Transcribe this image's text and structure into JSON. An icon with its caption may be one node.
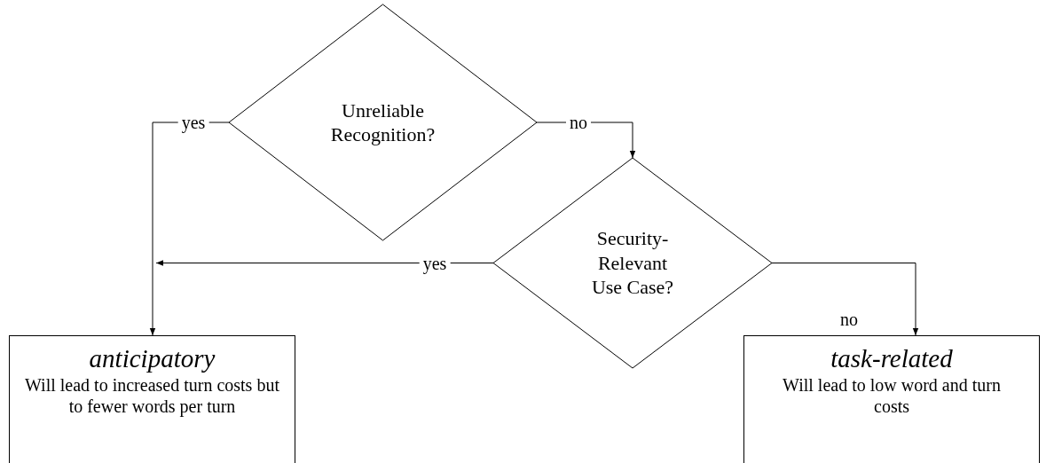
{
  "diagram": {
    "nodes": [
      {
        "text": [
          "Unreliable Recognition?"
        ]
      },
      {
        "text": [
          "Security-Relevant Use Case?"
        ]
      },
      {
        "text": [
          "anticipatory",
          "Will lead to increased turn costs but to fewer words per turn"
        ]
      },
      {
        "text": [
          "task-related",
          "Will lead to low word and turn costs"
        ]
      }
    ],
    "edges": [
      {
        "from": 0,
        "to": 2,
        "arrow": "to",
        "label": "yes"
      },
      {
        "from": 0,
        "to": 1,
        "arrow": "to",
        "label": "no"
      },
      {
        "from": 1,
        "to": 2,
        "arrow": "to",
        "label": "yes"
      },
      {
        "from": 1,
        "to": 3,
        "arrow": "to",
        "label": "no"
      }
    ]
  }
}
